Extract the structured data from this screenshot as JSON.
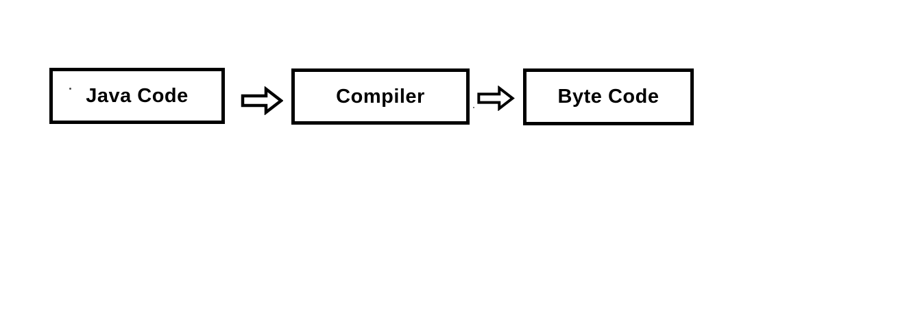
{
  "diagram": {
    "type": "flowchart",
    "description": "Java source compilation flow",
    "nodes": [
      {
        "id": "java-code",
        "label": "Java Code"
      },
      {
        "id": "compiler",
        "label": "Compiler"
      },
      {
        "id": "byte-code",
        "label": "Byte Code"
      }
    ],
    "connectors": [
      {
        "from": "java-code",
        "to": "compiler",
        "type": "block-arrow-right"
      },
      {
        "from": "compiler",
        "to": "byte-code",
        "type": "block-arrow-right"
      }
    ],
    "colors": {
      "stroke": "#000000",
      "box_fill": "#ffffff",
      "text": "#000000",
      "background": "#ffffff"
    }
  }
}
